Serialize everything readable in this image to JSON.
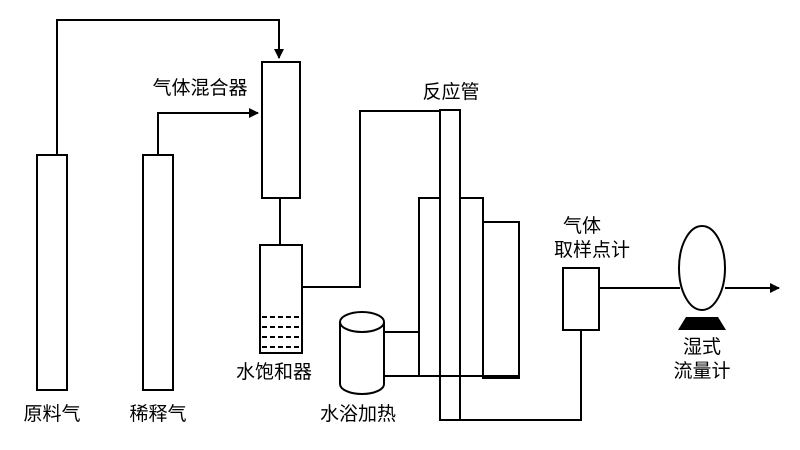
{
  "labels": {
    "raw_gas": "原料气",
    "dilution_gas": "稀释气",
    "gas_mixer": "气体混合器",
    "water_saturator": "水饱和器",
    "reaction_tube": "反应管",
    "water_bath_heating": "水浴加热",
    "sampling_point_line1": "气体",
    "sampling_point_line2": "取样点计",
    "wet_flow_meter_line1": "湿式",
    "wet_flow_meter_line2": "流量计"
  },
  "colors": {
    "stroke": "#000000",
    "background": "#ffffff"
  }
}
